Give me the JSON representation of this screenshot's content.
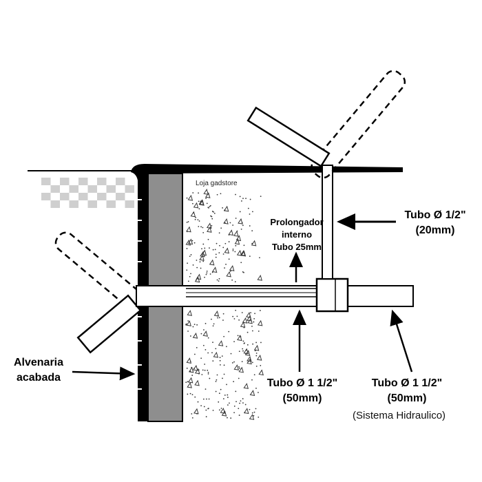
{
  "watermark": "Loja gadstore",
  "labels": {
    "pipe_half": {
      "line1": "Tubo Ø 1/2\"",
      "line2": "(20mm)"
    },
    "extender": {
      "line1": "Prolongador",
      "line2": "interno",
      "line3": "Tubo 25mm"
    },
    "wall": {
      "line1": "Alvenaria",
      "line2": "acabada"
    },
    "pipe_main": {
      "line1": "Tubo Ø 1 1/2\"",
      "line2": "(50mm)"
    },
    "pipe_system": {
      "line1": "Tubo Ø 1 1/2\"",
      "line2": "(50mm)",
      "line3": "(Sistema Hidraulico)"
    }
  }
}
